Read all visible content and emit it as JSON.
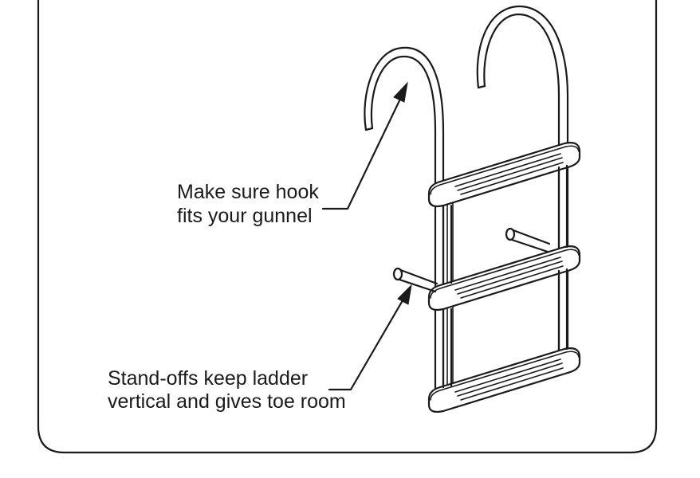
{
  "callouts": {
    "hook": {
      "line1": "Make sure hook",
      "line2": "fits your gunnel"
    },
    "standoff": {
      "line1": "Stand-offs keep ladder",
      "line2": "vertical and gives toe room"
    }
  },
  "colors": {
    "ink": "#1a1a1a",
    "background": "#ffffff"
  }
}
